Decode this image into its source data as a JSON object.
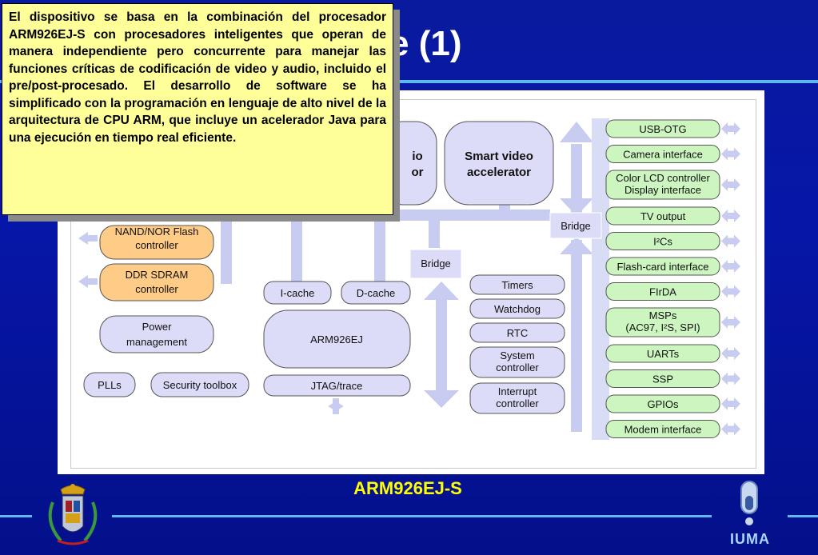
{
  "slide": {
    "title": "are (1)",
    "footer_caption": "ARM926EJ-S",
    "logo_right_text": "IUMA"
  },
  "note": {
    "text": "El dispositivo se basa en la combinación del procesador ARM926EJ-S con procesadores inteligentes que operan de manera independiente pero concurrente para manejar las funciones críticas de codificación de video y audio, incluido el pre/post-procesado.  El desarrollo de software se ha simplificado con la programación en lenguaje de alto nivel de la arquitectura de CPU ARM, que incluye un acelerador Java para una ejecución en tiempo real eficiente."
  },
  "diagram": {
    "left_blocks": {
      "nand_flash": [
        "NAND/NOR Flash",
        "controller"
      ],
      "ddr_sdram": [
        "DDR SDRAM",
        "controller"
      ],
      "power": [
        "Power",
        "management"
      ],
      "plls": "PLLs",
      "security": "Security toolbox"
    },
    "core": {
      "audio_partial": [
        "io",
        "or"
      ],
      "smart_video": [
        "Smart video",
        "accelerator"
      ],
      "icache": "I-cache",
      "dcache": "D-cache",
      "arm": "ARM926EJ",
      "jtag": "JTAG/trace",
      "bridge_center": "Bridge",
      "bridge_right": "Bridge"
    },
    "mid_peripherals": [
      "Timers",
      "Watchdog",
      "RTC",
      [
        "System",
        "controller"
      ],
      [
        "Interrupt",
        "controller"
      ]
    ],
    "right_peripherals": [
      [
        "USB-OTG"
      ],
      [
        "Camera interface"
      ],
      [
        "Color LCD controller",
        "Display interface"
      ],
      [
        "TV output"
      ],
      [
        "I²Cs"
      ],
      [
        "Flash-card interface"
      ],
      [
        "FIrDA"
      ],
      [
        "MSPs",
        "(AC97, I²S, SPI)"
      ],
      [
        "UARTs"
      ],
      [
        "SSP"
      ],
      [
        "GPIOs"
      ],
      [
        "Modem interface"
      ]
    ],
    "colors": {
      "bus": "#c8ccf0",
      "orange_box": "#ffcc88",
      "lavender_box": "#dcdcf8",
      "green_box": "#ccf5c0"
    }
  }
}
